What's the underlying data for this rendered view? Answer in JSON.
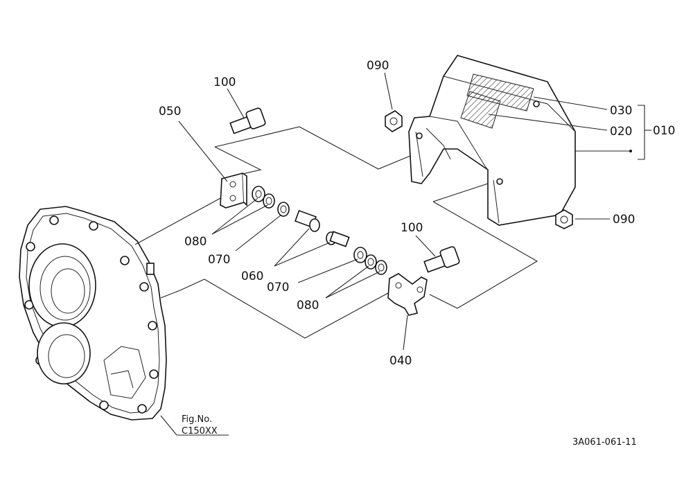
{
  "labels": {
    "p010": "010",
    "p020": "020",
    "p030": "030",
    "p040": "040",
    "p050": "050",
    "p060": "060",
    "p070a": "070",
    "p070b": "070",
    "p080a": "080",
    "p080b": "080",
    "p090a": "090",
    "p090b": "090",
    "p100a": "100",
    "p100b": "100"
  },
  "fig": {
    "line1": "Fig.No.",
    "line2": "C150XX"
  },
  "drawing_code": "3A061-061-11"
}
